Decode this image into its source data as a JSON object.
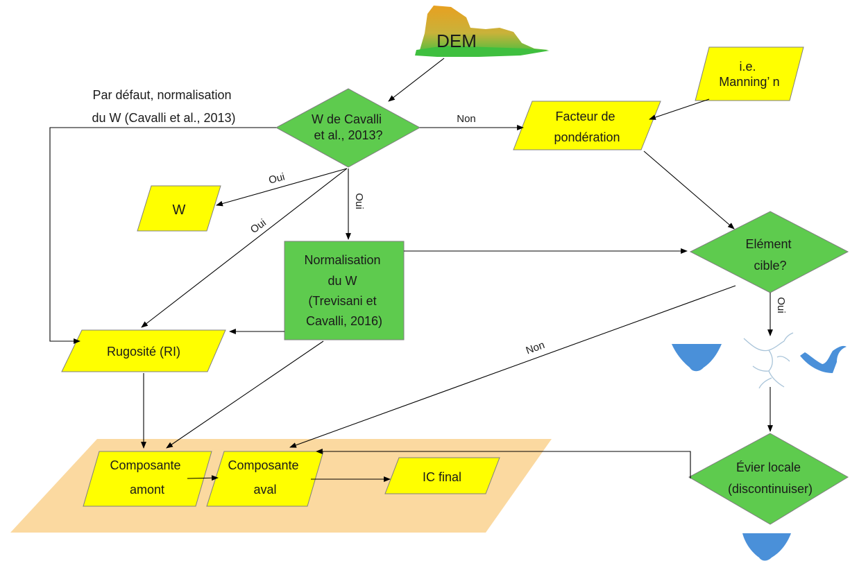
{
  "diagram": {
    "dem_label": "DEM",
    "manning_label": [
      "i.e.",
      "Manning’ n"
    ],
    "cavalli_question": [
      "W de Cavalli",
      "et al., 2013?"
    ],
    "default_note": [
      "Par défaut, normalisation",
      "du W (Cavalli et al., 2013)"
    ],
    "weighting_factor": [
      "Facteur de",
      "pondération"
    ],
    "w_label": "W",
    "normalisation_trevisani": [
      "Normalisation",
      "du W",
      "(Trevisani et",
      "Cavalli, 2016)"
    ],
    "target_question": [
      "Elément",
      "cible?"
    ],
    "roughness": "Rugosité (RI)",
    "upstream_component": [
      "Composante",
      "amont"
    ],
    "downstream_component": [
      "Composante",
      "aval"
    ],
    "ic_final": "IC final",
    "local_sink": [
      "Évier locale",
      "(discontinuiser)"
    ],
    "edge_labels": {
      "non_top": "Non",
      "oui_w": "Oui",
      "oui_rough": "Oui",
      "oui_down": "Oui",
      "oui_target": "Oui",
      "non_diag": "Non"
    }
  },
  "colors": {
    "parallelogram_fill": "#ffff00",
    "decision_fill": "#5ecb4e",
    "band_fill": "#fbd9a0",
    "water_fill": "#4a90d9"
  }
}
